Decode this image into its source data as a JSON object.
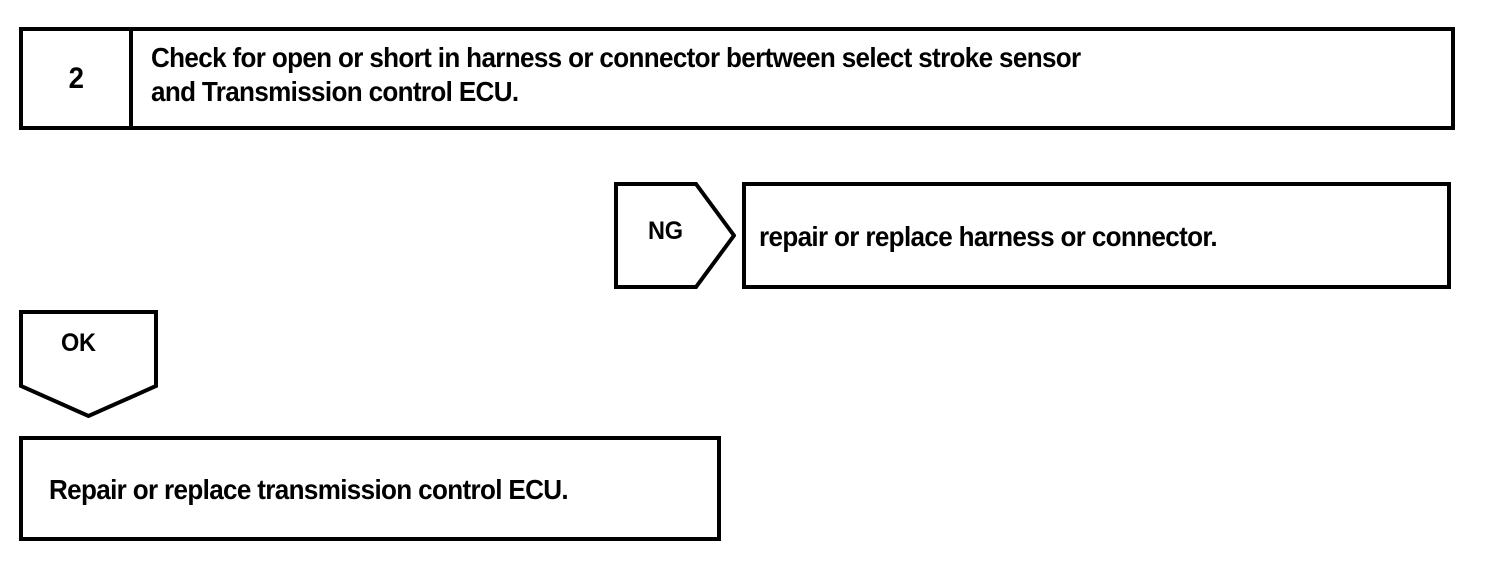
{
  "diagram": {
    "type": "troubleshooting-flowchart",
    "stroke_color": "#000000",
    "fill_color": "#ffffff",
    "step": {
      "number": "2",
      "instruction_line_1": "Check for open or short in harness or connector bertween select stroke sensor",
      "instruction_line_2": "and Transmission control ECU."
    },
    "branches": {
      "ng": {
        "label": "NG",
        "arrow_direction": "right",
        "result_text": "repair or replace harness or connector."
      },
      "ok": {
        "label": "OK",
        "arrow_direction": "down",
        "result_text": "Repair or replace transmission control ECU."
      }
    }
  }
}
